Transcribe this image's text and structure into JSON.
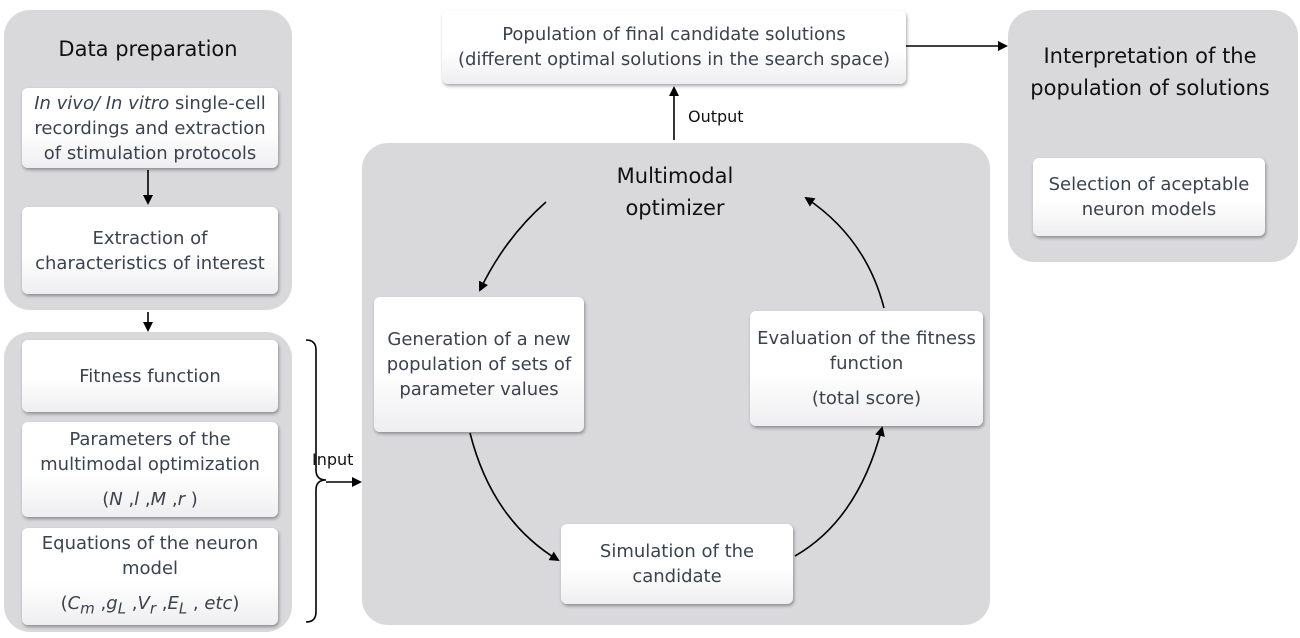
{
  "data_preparation": {
    "title": "Data preparation",
    "box1": {
      "italic_a": "In vivo/ In vitro",
      "rest": " single-cell recordings and extraction of stimulation protocols"
    },
    "box2": "Extraction of characteristics of interest"
  },
  "inputs": {
    "fitness": "Fitness function",
    "params": {
      "text": "Parameters of the multimodal optimization",
      "formula": "(N ,l ,M ,r )"
    },
    "equations": {
      "text": "Equations of the neuron model",
      "formula": "(Cm,gL,Vr,EL, etc)"
    },
    "label": "Input"
  },
  "optimizer": {
    "title": "Multimodal optimizer",
    "generation": "Generation of a new population of sets of parameter values",
    "simulation": "Simulation of the candidate",
    "evaluation": {
      "text": "Evaluation of the fitness function",
      "sub": "(total score)"
    }
  },
  "output": {
    "label": "Output",
    "population": {
      "line1": "Population of final candidate solutions",
      "line2": "(different optimal solutions in the search space)"
    }
  },
  "interpretation": {
    "title": "Interpretation of the population of solutions",
    "selection": "Selection of aceptable neuron models"
  },
  "colors": {
    "panel": "#d9d9dc",
    "box_text": "#3a4350",
    "arrow": "#000000"
  }
}
